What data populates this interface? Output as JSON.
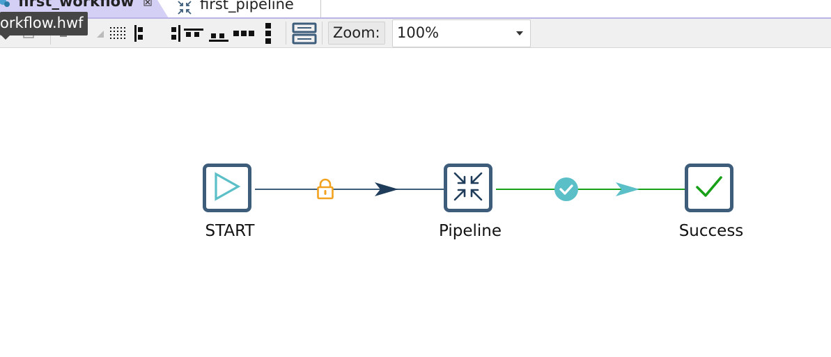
{
  "tabs": [
    {
      "label": "first_workflow",
      "icon": "workflow-icon",
      "active": true
    },
    {
      "label": "first_pipeline",
      "icon": "pipeline-icon",
      "active": false
    }
  ],
  "tooltip": {
    "text": "orkflow.hwf"
  },
  "toolbar": {
    "zoom_label": "Zoom:",
    "zoom_value": "100%"
  },
  "canvas": {
    "nodes": [
      {
        "label": "START",
        "icon": "play-icon"
      },
      {
        "label": "Pipeline",
        "icon": "pipeline-icon"
      },
      {
        "label": "Success",
        "icon": "checkmark-icon"
      }
    ],
    "hops": [
      {
        "from": "START",
        "to": "Pipeline",
        "status_icon": "lock-icon"
      },
      {
        "from": "Pipeline",
        "to": "Success",
        "status_icon": "success-check-icon"
      }
    ]
  },
  "colors": {
    "node_border": "#3e5d7b",
    "hop_default": "#3e5d7b",
    "hop_success": "#18a018",
    "lock": "#f2a21f",
    "success_badge": "#5bbfc8",
    "tab_active_bg": "#d4d0f5"
  }
}
